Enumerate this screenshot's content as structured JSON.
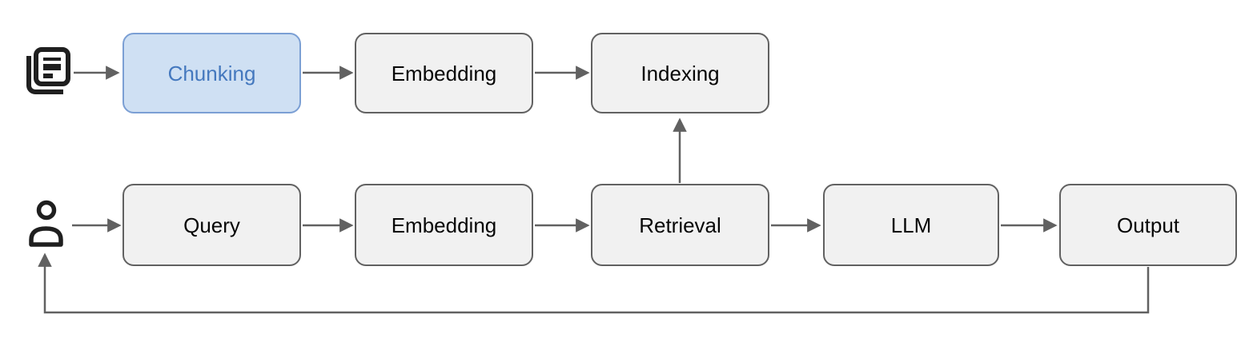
{
  "diagram": {
    "type": "flowchart",
    "nodes": [
      {
        "id": "chunking",
        "label": "Chunking",
        "variant": "highlight",
        "row": "top"
      },
      {
        "id": "embedding_ingest",
        "label": "Embedding",
        "variant": "default",
        "row": "top"
      },
      {
        "id": "indexing",
        "label": "Indexing",
        "variant": "default",
        "row": "top"
      },
      {
        "id": "query",
        "label": "Query",
        "variant": "default",
        "row": "bottom"
      },
      {
        "id": "embedding_query",
        "label": "Embedding",
        "variant": "default",
        "row": "bottom"
      },
      {
        "id": "retrieval",
        "label": "Retrieval",
        "variant": "default",
        "row": "bottom"
      },
      {
        "id": "llm",
        "label": "LLM",
        "variant": "default",
        "row": "bottom"
      },
      {
        "id": "output",
        "label": "Output",
        "variant": "default",
        "row": "bottom"
      }
    ],
    "icons": [
      {
        "name": "documents-icon",
        "meaning": "source documents",
        "row": "top"
      },
      {
        "name": "user-icon",
        "meaning": "user",
        "row": "bottom"
      }
    ],
    "edges": [
      {
        "from": "documents-icon",
        "to": "chunking",
        "style": "arrow"
      },
      {
        "from": "chunking",
        "to": "embedding_ingest",
        "style": "arrow"
      },
      {
        "from": "embedding_ingest",
        "to": "indexing",
        "style": "arrow"
      },
      {
        "from": "user-icon",
        "to": "query",
        "style": "arrow"
      },
      {
        "from": "query",
        "to": "embedding_query",
        "style": "arrow"
      },
      {
        "from": "embedding_query",
        "to": "retrieval",
        "style": "arrow"
      },
      {
        "from": "retrieval",
        "to": "indexing",
        "style": "arrow-up"
      },
      {
        "from": "retrieval",
        "to": "llm",
        "style": "arrow"
      },
      {
        "from": "llm",
        "to": "output",
        "style": "arrow"
      },
      {
        "from": "output",
        "to": "user-icon",
        "style": "feedback-loop"
      }
    ],
    "colors": {
      "background": "#ffffff",
      "node_fill": "#f1f1f1",
      "node_border": "#616161",
      "node_text": "#070707",
      "highlight_fill": "#cfe0f3",
      "highlight_border": "#7b9fd4",
      "highlight_text": "#4478be",
      "connector": "#616161",
      "icon": "#1f1f1f"
    }
  }
}
